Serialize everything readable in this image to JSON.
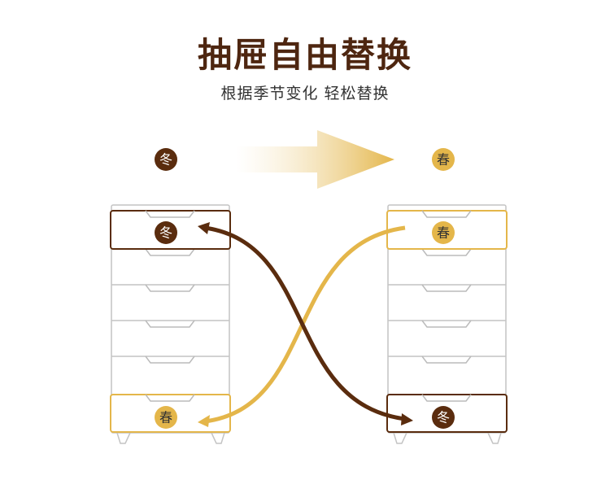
{
  "title": "抽屉自由替换",
  "subtitle": "根据季节变化 轻松替换",
  "seasons": {
    "winter": "冬",
    "spring": "春"
  },
  "colors": {
    "brown": "#5a2c0e",
    "gold": "#e4b64a",
    "outline": "#bcbcbc"
  }
}
